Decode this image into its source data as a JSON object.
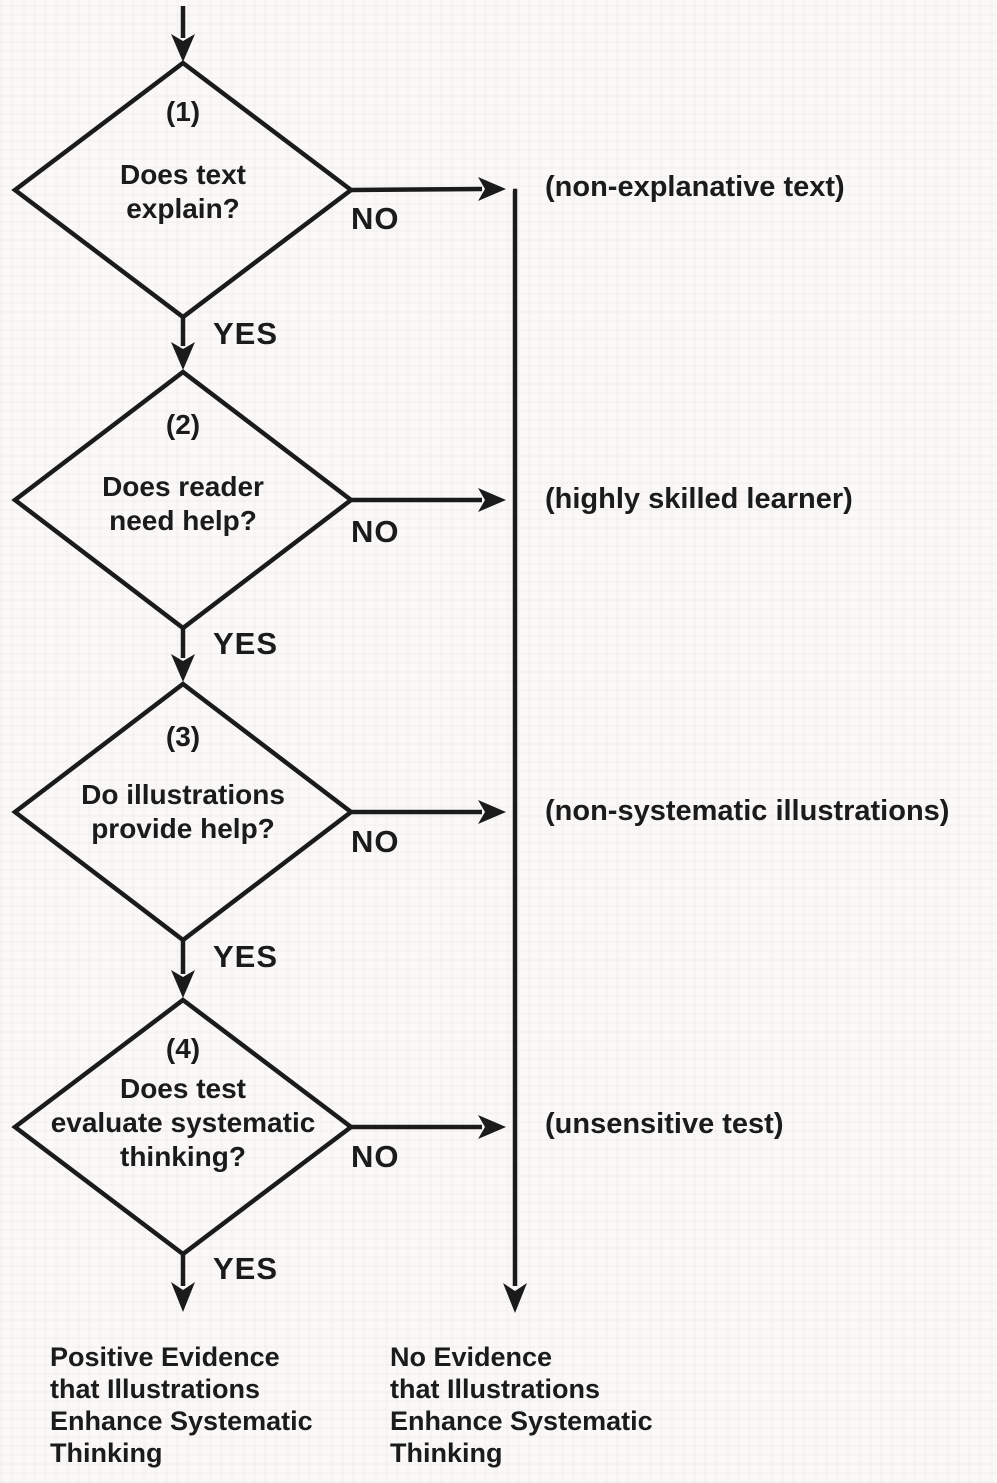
{
  "colors": {
    "ink": "#1b1b1b",
    "paper": "#faf9f7"
  },
  "flowchart": {
    "decisions": [
      {
        "number": "(1)",
        "lines": [
          "Does text",
          "explain?"
        ],
        "no_label": "NO",
        "yes_label": "YES",
        "outcome": "(non-explanative text)"
      },
      {
        "number": "(2)",
        "lines": [
          "Does reader",
          "need help?"
        ],
        "no_label": "NO",
        "yes_label": "YES",
        "outcome": "(highly skilled learner)"
      },
      {
        "number": "(3)",
        "lines": [
          "Do illustrations",
          "provide help?"
        ],
        "no_label": "NO",
        "yes_label": "YES",
        "outcome": "(non-systematic illustrations)"
      },
      {
        "number": "(4)",
        "lines": [
          "Does test",
          "evaluate systematic",
          "thinking?"
        ],
        "no_label": "NO",
        "yes_label": "YES",
        "outcome": "(unsensitive test)"
      }
    ],
    "terminals": {
      "positive": {
        "lines": [
          "Positive Evidence",
          "that Illustrations",
          "Enhance Systematic",
          "Thinking"
        ]
      },
      "negative": {
        "lines": [
          "No Evidence",
          "that Illustrations",
          "Enhance Systematic",
          "Thinking"
        ]
      }
    }
  }
}
